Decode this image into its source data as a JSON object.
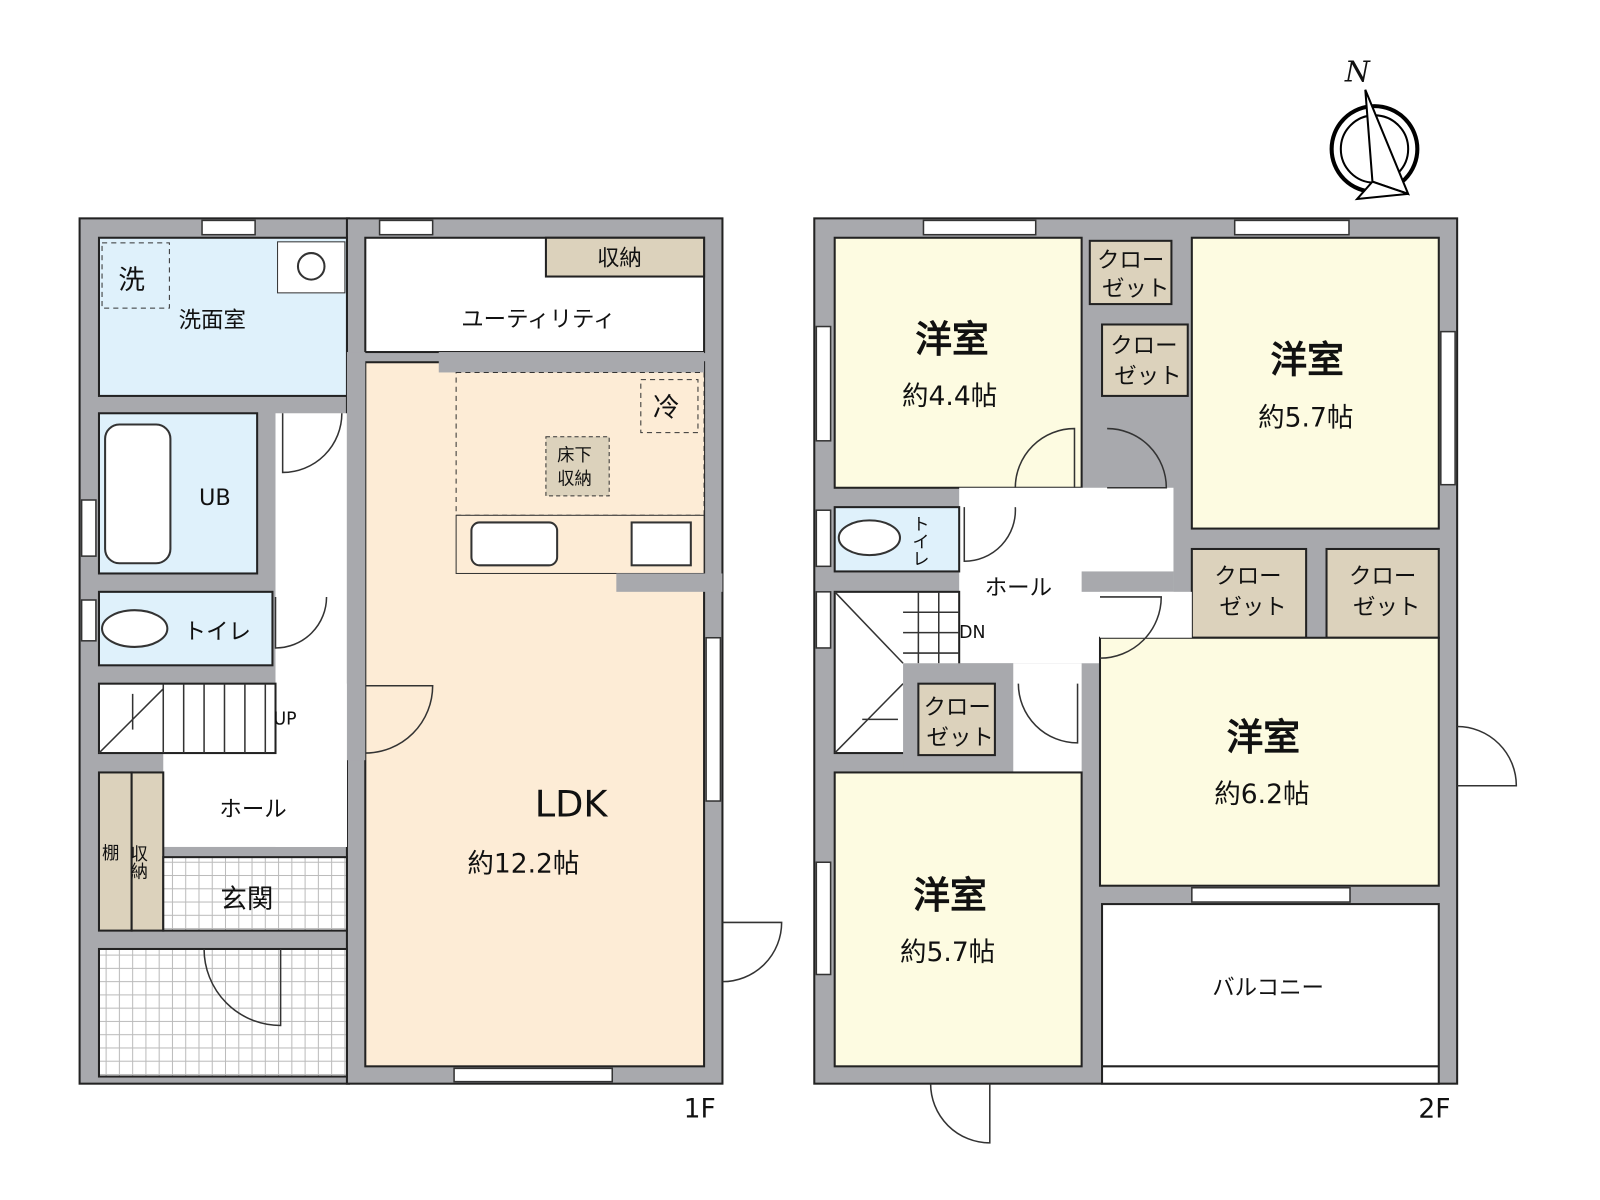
{
  "colors": {
    "wall": "#a8a9ad",
    "blue": "#dff1fb",
    "peach": "#fdecd6",
    "cream": "#fdfbe1",
    "tan": "#dcd2bc",
    "white": "#ffffff"
  },
  "compass": {
    "north": "N"
  },
  "floor1": {
    "label": "1F",
    "senmen": "洗面室",
    "sen": "洗",
    "ub": "UB",
    "toilet": "トイレ",
    "up": "UP",
    "hall": "ホール",
    "tana": "棚",
    "shuno": "収納",
    "genkan": "玄関",
    "utility": "ユーティリティ",
    "utility_storage": "収納",
    "rei": "冷",
    "yukashita": "床下",
    "yukashita2": "収納",
    "ldk": "LDK",
    "ldk_size": "約12.2帖"
  },
  "floor2": {
    "label": "2F",
    "room_a": "洋室",
    "room_a_size": "約4.4帖",
    "room_b": "洋室",
    "room_b_size": "約5.7帖",
    "room_c": "洋室",
    "room_c_size": "約6.2帖",
    "room_d": "洋室",
    "room_d_size": "約5.7帖",
    "closet_top": "クロー",
    "closet_bottom": "ゼット",
    "toilet": "トイレ",
    "hall": "ホール",
    "dn": "DN",
    "balcony": "バルコニー"
  }
}
